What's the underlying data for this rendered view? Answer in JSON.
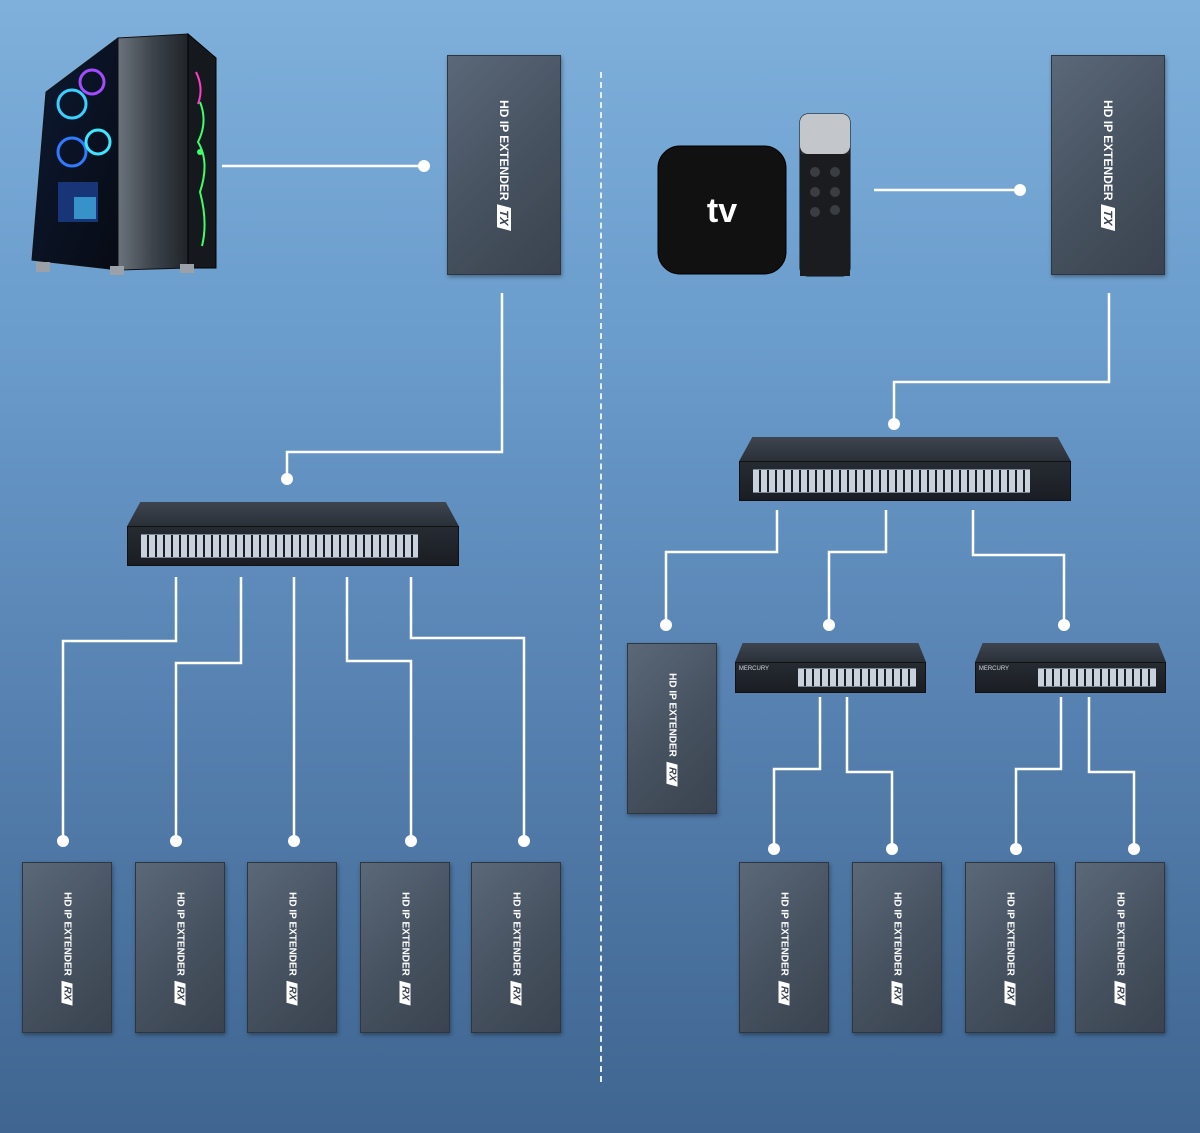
{
  "diagram": {
    "devices": {
      "tx_label": "HD IP EXTENDER",
      "tx_tag": "TX",
      "rx_label": "HD IP EXTENDER",
      "rx_tag": "RX",
      "media_box_text": "tv",
      "switch_brand": "MERCURY"
    },
    "colors": {
      "wire": "#ffffff",
      "dot": "#ffffff",
      "divider": "#e8eef5"
    }
  }
}
